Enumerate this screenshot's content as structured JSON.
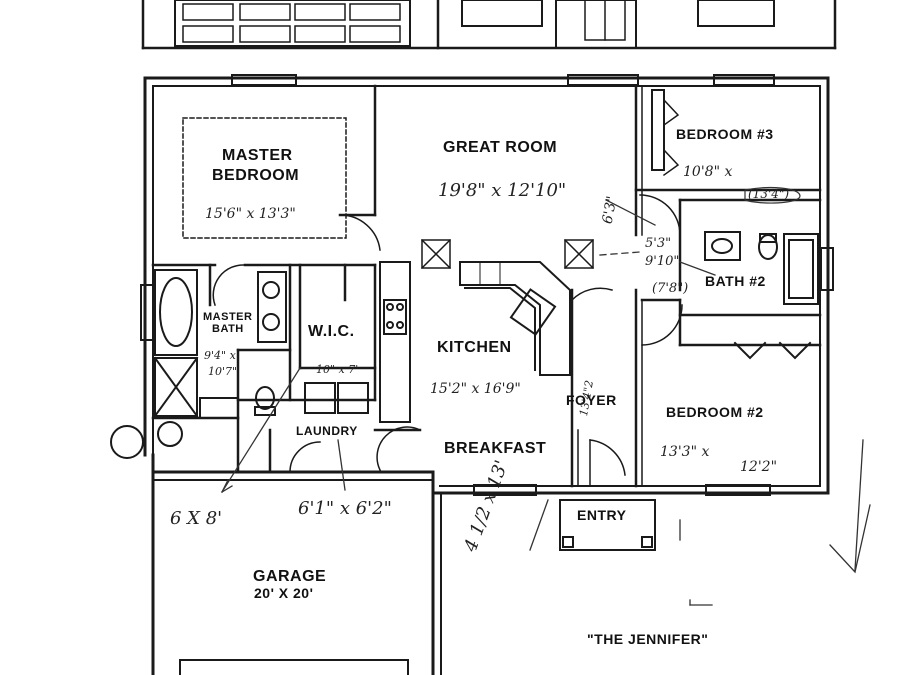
{
  "rooms": {
    "master_bedroom": {
      "name_line1": "MASTER",
      "name_line2": "BEDROOM",
      "dims": "15'6\" x 13'3\""
    },
    "great_room": {
      "name": "GREAT ROOM",
      "dims": "19'8\" x 12'10\""
    },
    "bedroom3": {
      "name": "BEDROOM #3",
      "dims": "10'8\" x",
      "note": "(13'4\")"
    },
    "master_bath": {
      "name_line1": "MASTER",
      "name_line2": "BATH",
      "dims_line1": "9'4\" x",
      "dims_line2": "10'7\""
    },
    "wic": {
      "name": "W.I.C.",
      "dims": "10\" x 7'"
    },
    "kitchen": {
      "name": "KITCHEN",
      "dims": "15'2\" x 16'9\""
    },
    "bath2": {
      "name": "BATH #2",
      "dims_line1": "5'3\"",
      "dims_line2": "9'10\"",
      "note": "(7'8\")"
    },
    "foyer": {
      "name": "FOYER",
      "dims": "13'4\"2"
    },
    "bedroom2": {
      "name": "BEDROOM #2",
      "dims": "13'3\" x",
      "dims_line2": "12'2\""
    },
    "laundry": {
      "name": "LAUNDRY",
      "dims": "6'1\" x 6'2\""
    },
    "breakfast": {
      "name": "BREAKFAST"
    },
    "entry": {
      "name": "ENTRY",
      "dims": "4 1/2 x 13'"
    },
    "garage": {
      "name": "GARAGE",
      "dims": "20' X 20'"
    }
  },
  "annotations": {
    "closet_note": "6 X 8'",
    "hall_note": "6'3\"",
    "plan_name": "\"THE JENNIFER\""
  }
}
